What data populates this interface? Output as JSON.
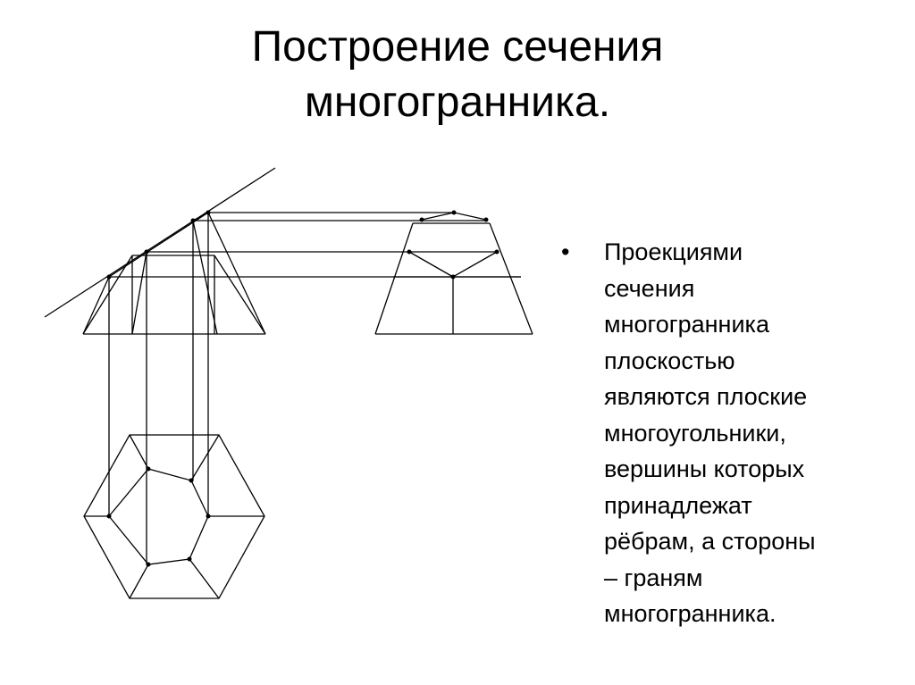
{
  "title": {
    "line1": "Построение сечения",
    "line2": "многогранника."
  },
  "bullet": {
    "marker": "•",
    "lines": [
      "Проекциями",
      "сечения",
      "многогранника",
      "плоскостью",
      "являются плоские",
      "многоугольники,",
      "вершины которых",
      "принадлежат",
      "рёбрам, а стороны",
      "– граням",
      "многогранника."
    ]
  }
}
